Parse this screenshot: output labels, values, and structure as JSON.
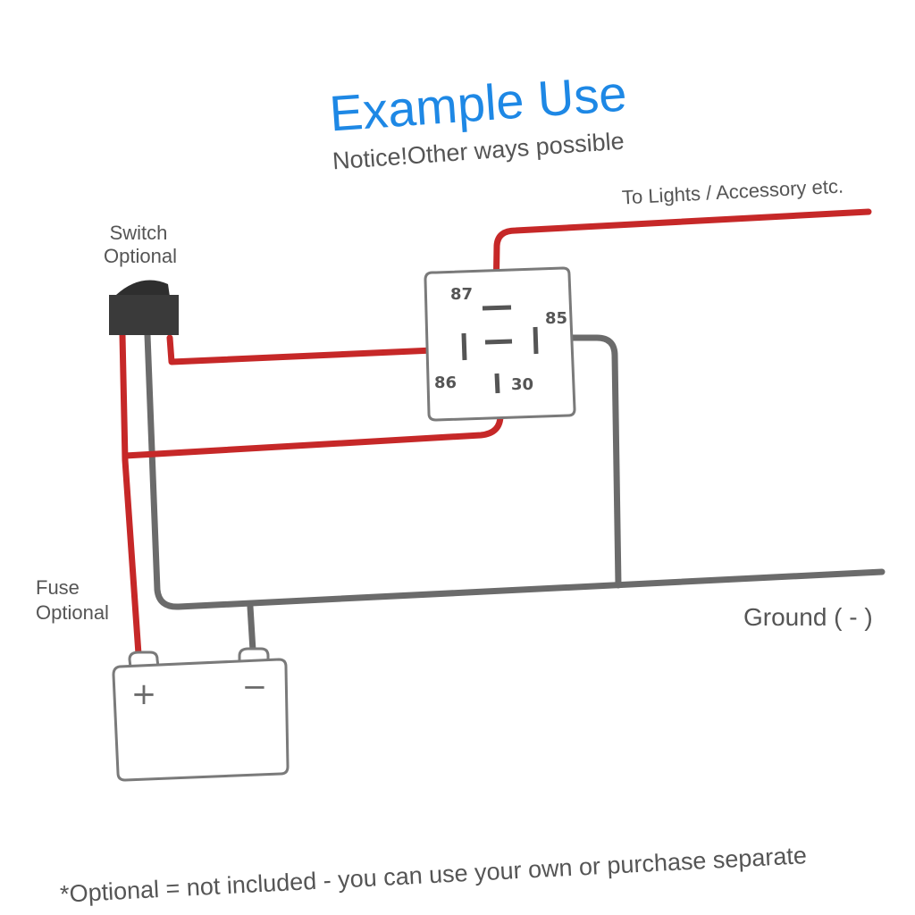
{
  "title": "Example Use",
  "subtitle": "Notice!Other ways possible",
  "labels": {
    "to_lights": "To Lights / Accessory etc.",
    "switch_line1": "Switch",
    "switch_line2": "Optional",
    "fuse_line1": "Fuse",
    "fuse_line2": "Optional",
    "ground": "Ground ( - )"
  },
  "relay_pins": {
    "pin87": "87",
    "pin85": "85",
    "pin86": "86",
    "pin30": "30"
  },
  "battery": {
    "positive": "+",
    "negative": "−"
  },
  "footnote": "*Optional = not included - you can use your own or purchase separate",
  "colors": {
    "title": "#1e88e5",
    "positive_wire": "#c62828",
    "ground_wire": "#6b6b6b",
    "text": "#555555"
  }
}
